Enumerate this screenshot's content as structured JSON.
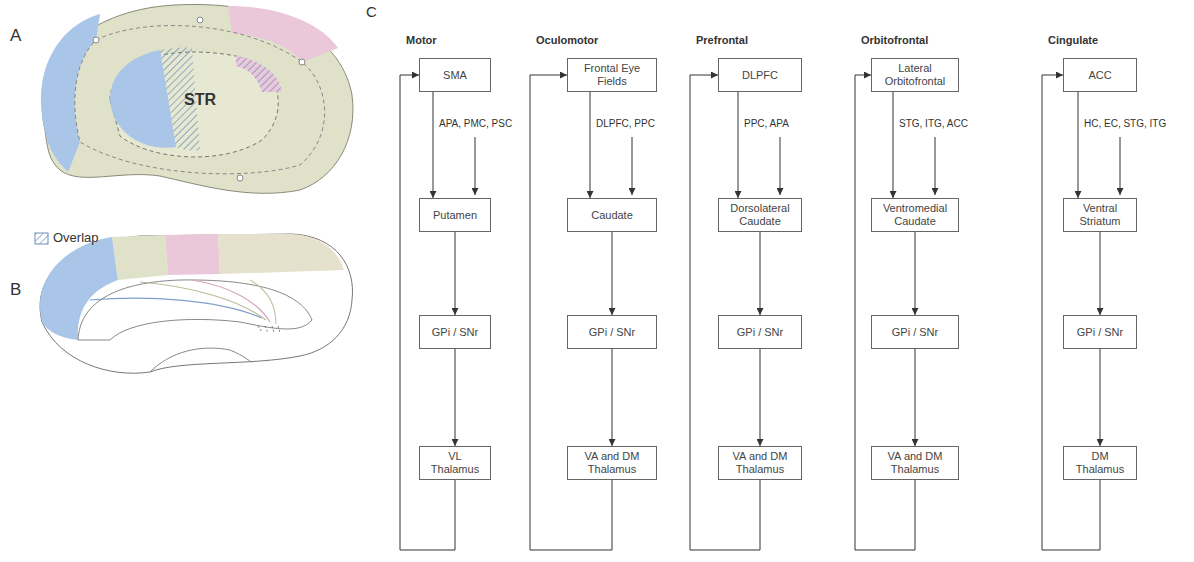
{
  "diagram": {
    "nodes": [
      {
        "text": [
          "SMA"
        ]
      },
      {
        "text": [
          "Putamen"
        ]
      },
      {
        "text": [
          "GPi / SNr"
        ]
      },
      {
        "text": [
          "VL Thalamus"
        ]
      },
      {
        "text": [
          "Frontal Eye Fields"
        ]
      },
      {
        "text": [
          "Caudate"
        ]
      },
      {
        "text": [
          "GPi / SNr"
        ]
      },
      {
        "text": [
          "VA and DM Thalamus"
        ]
      },
      {
        "text": [
          "DLPFC"
        ]
      },
      {
        "text": [
          "Dorsolateral Caudate"
        ]
      },
      {
        "text": [
          "GPi / SNr"
        ]
      },
      {
        "text": [
          "VA and DM Thalamus"
        ]
      },
      {
        "text": [
          "Lateral Orbitofrontal"
        ]
      },
      {
        "text": [
          "Ventromedial Caudate"
        ]
      },
      {
        "text": [
          "GPi / SNr"
        ]
      },
      {
        "text": [
          "VA and DM Thalamus"
        ]
      },
      {
        "text": [
          "ACC"
        ]
      },
      {
        "text": [
          "Ventral Striatum"
        ]
      },
      {
        "text": [
          "GPi / SNr"
        ]
      },
      {
        "text": [
          "DM Thalamus"
        ]
      }
    ],
    "edges": [
      {
        "from": 0,
        "to": 1,
        "arrow": "to"
      },
      {
        "from": 1,
        "to": 2,
        "arrow": "to"
      },
      {
        "from": 2,
        "to": 3,
        "arrow": "to"
      },
      {
        "from": 3,
        "to": 0,
        "arrow": "to"
      },
      {
        "from": 4,
        "to": 5,
        "arrow": "to"
      },
      {
        "from": 5,
        "to": 6,
        "arrow": "to"
      },
      {
        "from": 6,
        "to": 7,
        "arrow": "to"
      },
      {
        "from": 7,
        "to": 4,
        "arrow": "to"
      },
      {
        "from": 8,
        "to": 9,
        "arrow": "to"
      },
      {
        "from": 9,
        "to": 10,
        "arrow": "to"
      },
      {
        "from": 10,
        "to": 11,
        "arrow": "to"
      },
      {
        "from": 11,
        "to": 8,
        "arrow": "to"
      },
      {
        "from": 12,
        "to": 13,
        "arrow": "to"
      },
      {
        "from": 13,
        "to": 14,
        "arrow": "to"
      },
      {
        "from": 14,
        "to": 15,
        "arrow": "to"
      },
      {
        "from": 15,
        "to": 12,
        "arrow": "to"
      },
      {
        "from": 16,
        "to": 17,
        "arrow": "to"
      },
      {
        "from": 17,
        "to": 18,
        "arrow": "to"
      },
      {
        "from": 18,
        "to": 19,
        "arrow": "to"
      },
      {
        "from": 19,
        "to": 16,
        "arrow": "to"
      }
    ],
    "labels": [
      "A",
      "B",
      "C",
      "STR",
      "Motor",
      "Oculomotor",
      "Prefrontal",
      "Orbitofrontal",
      "Cingulate",
      "APA, PMC, PSC",
      "DLPFC, PPC",
      "PPC, APA",
      "STG, ITG, ACC",
      "HC, EC, STG, ITG"
    ],
    "legend": [
      {
        "text": "Overlap"
      }
    ]
  }
}
